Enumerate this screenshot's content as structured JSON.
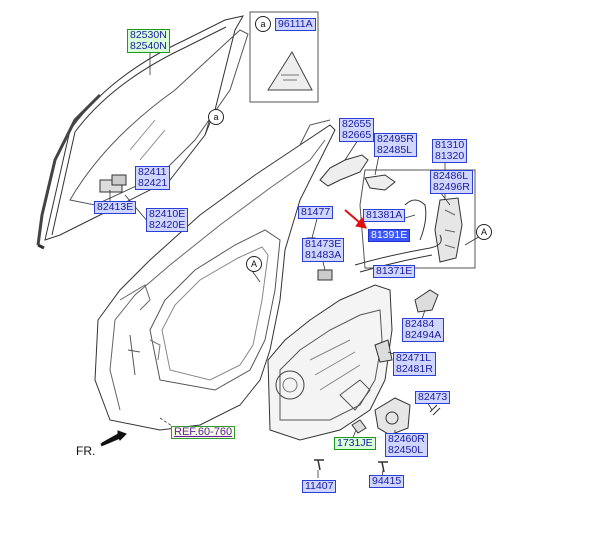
{
  "labels": {
    "l82530": "82530N",
    "l82540": "82540N",
    "l96111": "96111A",
    "l82411": "82411",
    "l82421": "82421",
    "l82413": "82413E",
    "l82410": "82410E",
    "l82420": "82420E",
    "l82655": "82655",
    "l82665": "82665",
    "l82495": "82495R",
    "l82485": "82485L",
    "l81310": "81310",
    "l81320": "81320",
    "l82486": "82486L",
    "l82496": "82496R",
    "l81477": "81477",
    "l81381": "81381A",
    "l81391": "81391E",
    "l81473": "81473E",
    "l81483": "81483A",
    "l81371": "81371E",
    "l82484": "82484",
    "l82494": "82494A",
    "l82471": "82471L",
    "l82481": "82481R",
    "l82473": "82473",
    "l1731": "1731JE",
    "l82460": "82460R",
    "l82450": "82450L",
    "l11407": "11407",
    "l94415": "94415",
    "ref": "REF.60-760"
  },
  "circle_a": "a",
  "circle_A": "A",
  "fr": "FR."
}
